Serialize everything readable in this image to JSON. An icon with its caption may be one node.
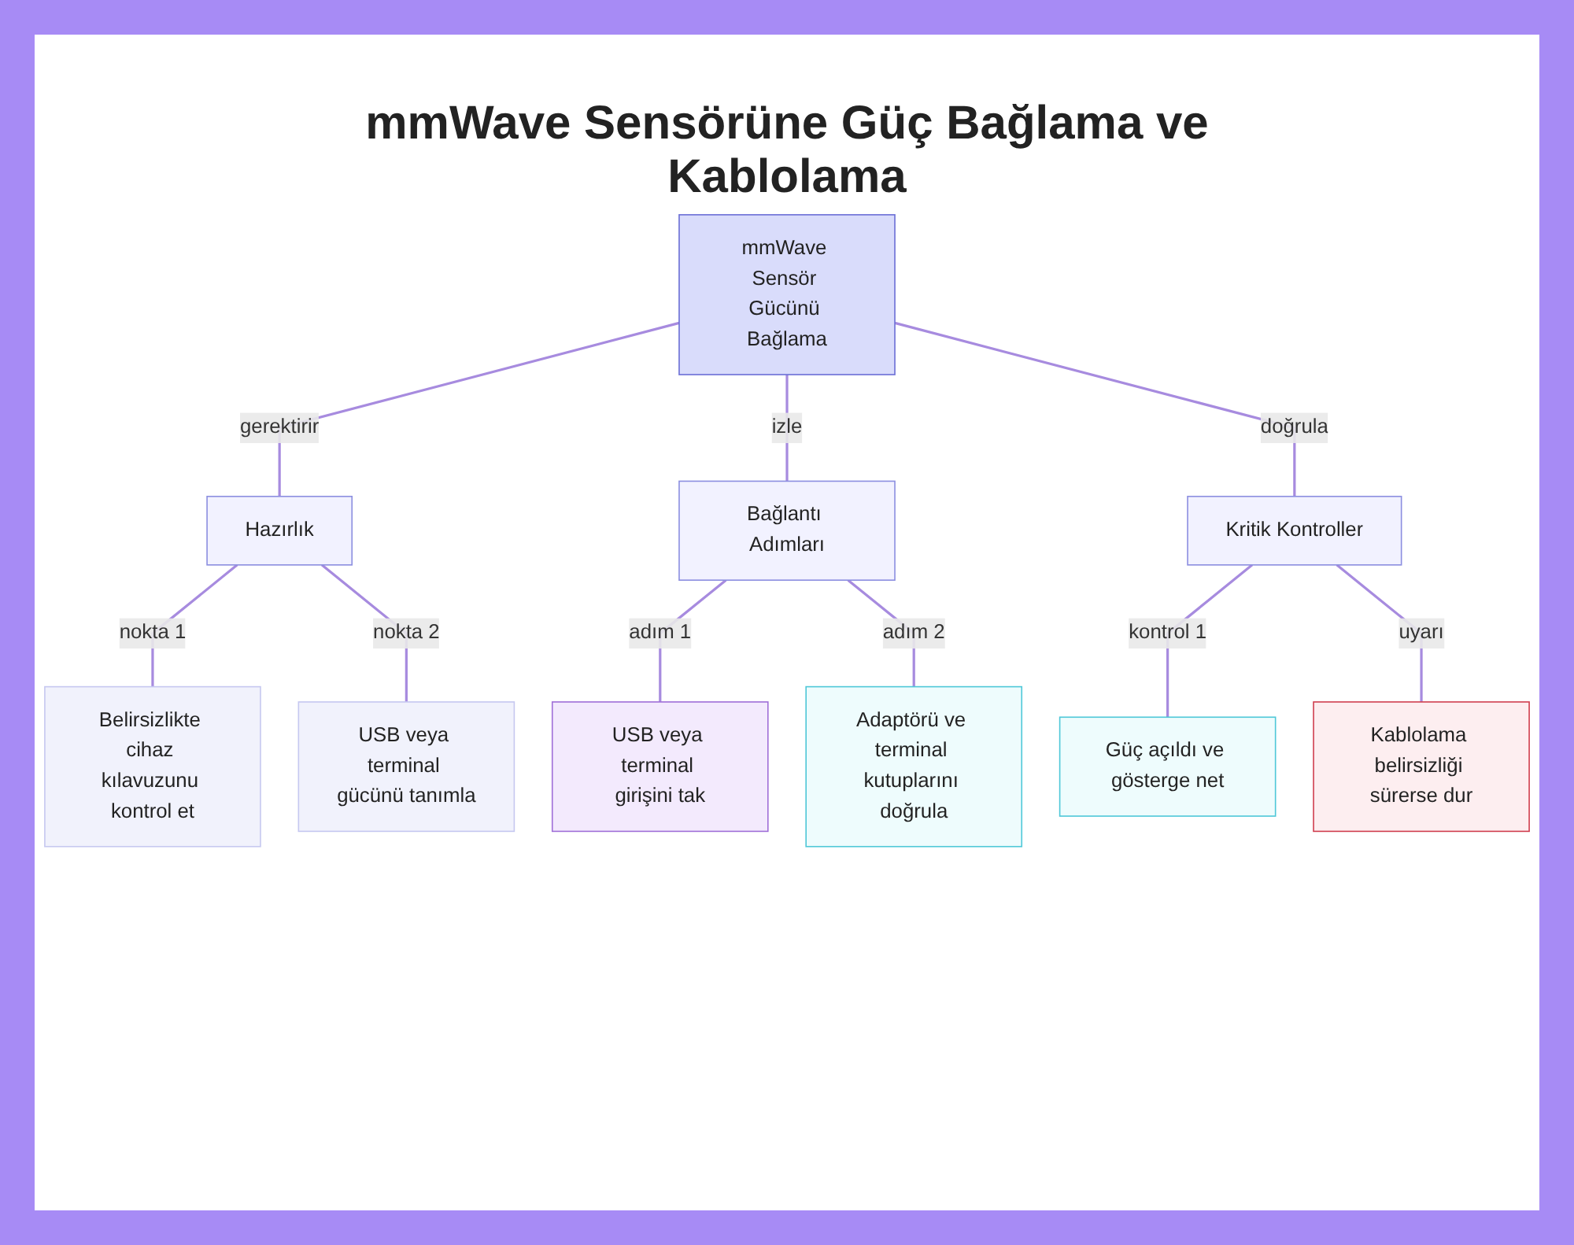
{
  "diagram": {
    "title": "mmWave Sensörüne Güç Bağlama ve Kablolama",
    "nodes": [
      {
        "text": [
          "mmWave Sensör Gücünü Bağlama"
        ]
      },
      {
        "text": [
          "Hazırlık"
        ]
      },
      {
        "text": [
          "Bağlantı Adımları"
        ]
      },
      {
        "text": [
          "Kritik Kontroller"
        ]
      },
      {
        "text": [
          "Belirsizlikte cihaz kılavuzunu kontrol et"
        ]
      },
      {
        "text": [
          "USB veya terminal gücünü tanımla"
        ]
      },
      {
        "text": [
          "USB veya terminal girişini tak"
        ]
      },
      {
        "text": [
          "Adaptörü ve terminal kutuplarını doğrula"
        ]
      },
      {
        "text": [
          "Güç açıldı ve gösterge net"
        ]
      },
      {
        "text": [
          "Kablolama belirsizliği sürerse dur"
        ]
      }
    ],
    "edges": [
      {
        "from": 0,
        "to": 1,
        "arrow": "none",
        "label": "gerektirir"
      },
      {
        "from": 0,
        "to": 2,
        "arrow": "none",
        "label": "izle"
      },
      {
        "from": 0,
        "to": 3,
        "arrow": "none",
        "label": "doğrula"
      },
      {
        "from": 1,
        "to": 4,
        "arrow": "none",
        "label": "nokta 1"
      },
      {
        "from": 1,
        "to": 5,
        "arrow": "none",
        "label": "nokta 2"
      },
      {
        "from": 2,
        "to": 6,
        "arrow": "none",
        "label": "adım 1"
      },
      {
        "from": 2,
        "to": 7,
        "arrow": "none",
        "label": "adım 2"
      },
      {
        "from": 3,
        "to": 8,
        "arrow": "none",
        "label": "kontrol 1"
      },
      {
        "from": 3,
        "to": 9,
        "arrow": "none",
        "label": "uyarı"
      }
    ]
  }
}
